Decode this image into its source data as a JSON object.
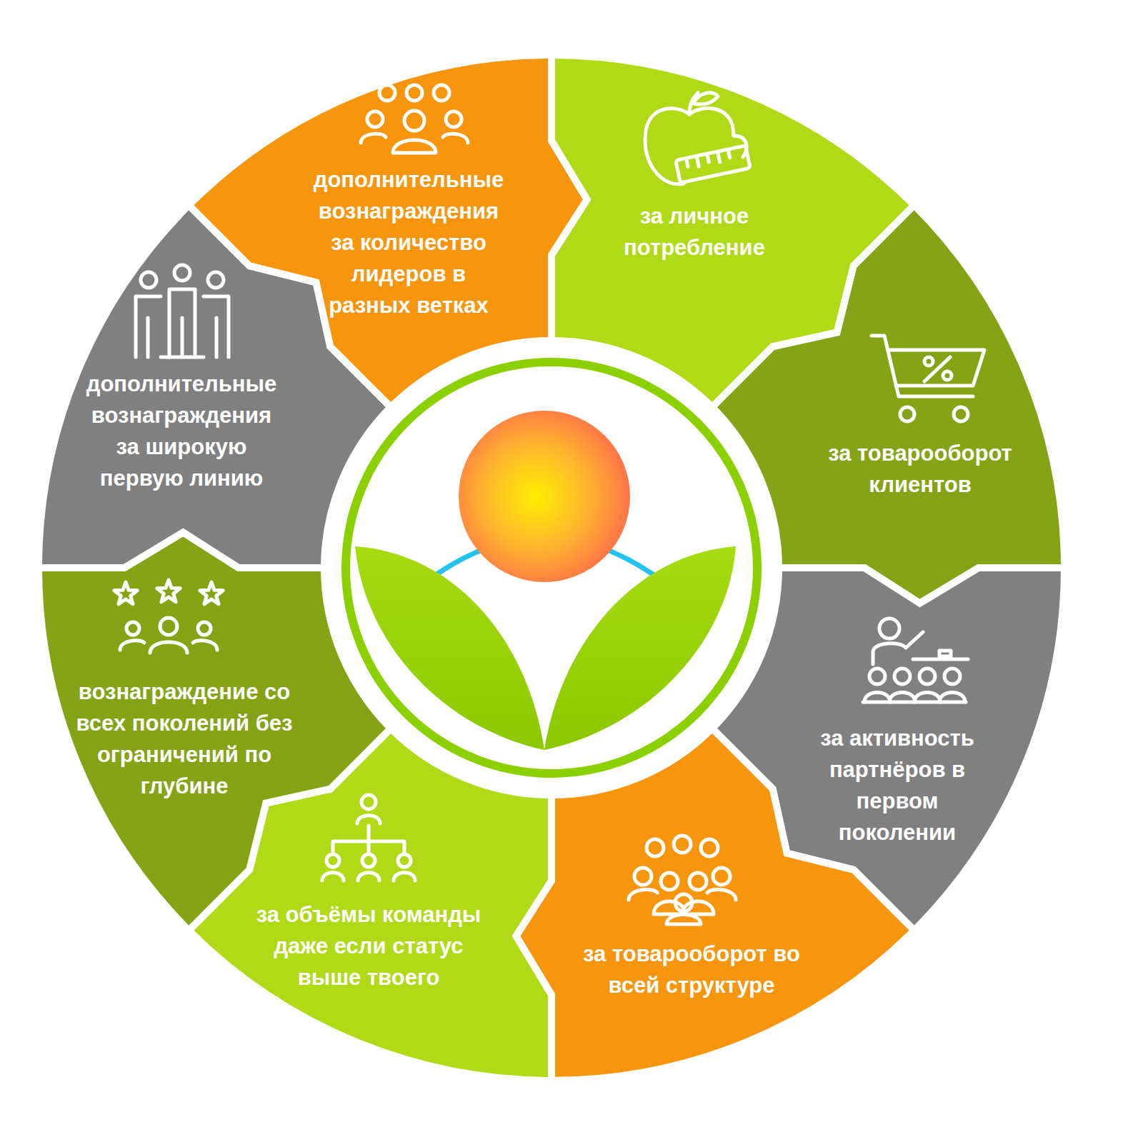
{
  "diagram": {
    "nodes": [
      {
        "text": [
          "за личное потребление"
        ]
      },
      {
        "text": [
          "за товарооборот клиентов"
        ]
      },
      {
        "text": [
          "за активность партнёров в первом поколении"
        ]
      },
      {
        "text": [
          "за товарооборот во всей структуре"
        ]
      },
      {
        "text": [
          "за объёмы команды даже если статус выше твоего"
        ]
      },
      {
        "text": [
          "вознаграждение со всех поколений без ограничений по глубине"
        ]
      },
      {
        "text": [
          "дополнительные вознаграждения за широкую первую линию"
        ]
      },
      {
        "text": [
          "дополнительные вознаграждения за количество лидеров в разных ветках"
        ]
      }
    ]
  }
}
